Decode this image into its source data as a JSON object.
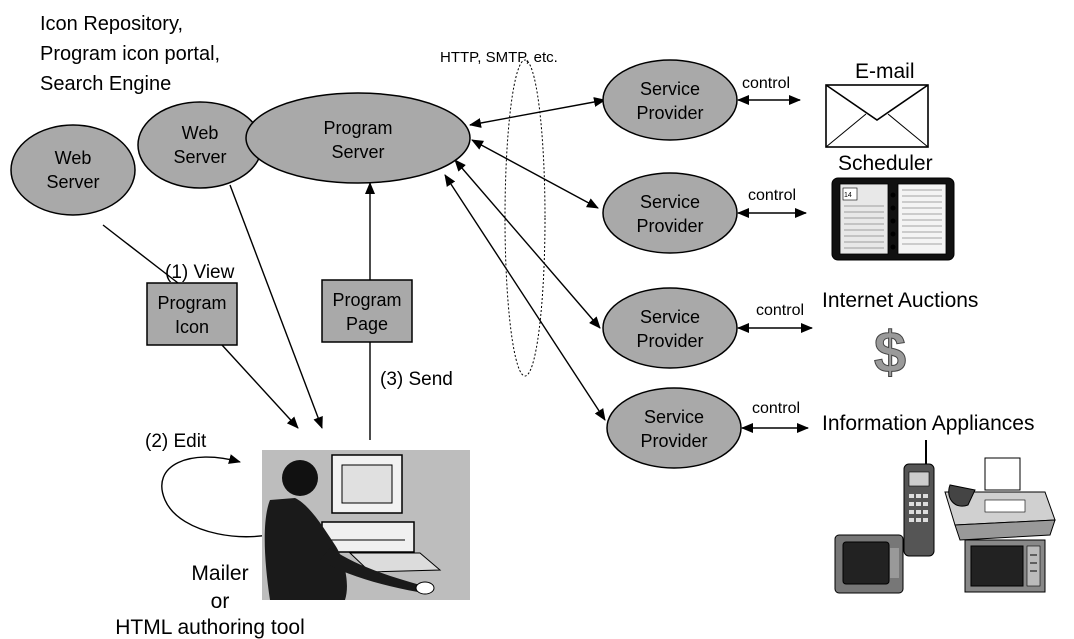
{
  "header": {
    "lines": [
      "Icon Repository,",
      "Program icon portal,",
      "Search Engine"
    ]
  },
  "protocol_label": "HTTP, SMTP, etc.",
  "nodes": {
    "web_server_1": [
      "Web",
      "Server"
    ],
    "web_server_2": [
      "Web",
      "Server"
    ],
    "program_server": [
      "Program",
      "Server"
    ],
    "program_icon": [
      "Program",
      "Icon"
    ],
    "program_page": [
      "Program",
      "Page"
    ],
    "service_provider": [
      "Service",
      "Provider"
    ]
  },
  "steps": {
    "view": "(1) View",
    "edit": "(2) Edit",
    "send": "(3) Send"
  },
  "client": {
    "lines": [
      "Mailer",
      "or",
      "HTML authoring tool"
    ]
  },
  "control_label": "control",
  "services": [
    "E-mail",
    "Scheduler",
    "Internet Auctions",
    "Information Appliances"
  ],
  "icons": [
    "envelope-icon",
    "scheduler-book-icon",
    "dollar-sign-icon",
    "phone-icon",
    "fax-icon",
    "tv-icon",
    "microwave-icon",
    "user-computer-icon"
  ],
  "colors": {
    "node_fill": "#a9a9a9",
    "stroke": "#000000",
    "background": "#ffffff"
  }
}
